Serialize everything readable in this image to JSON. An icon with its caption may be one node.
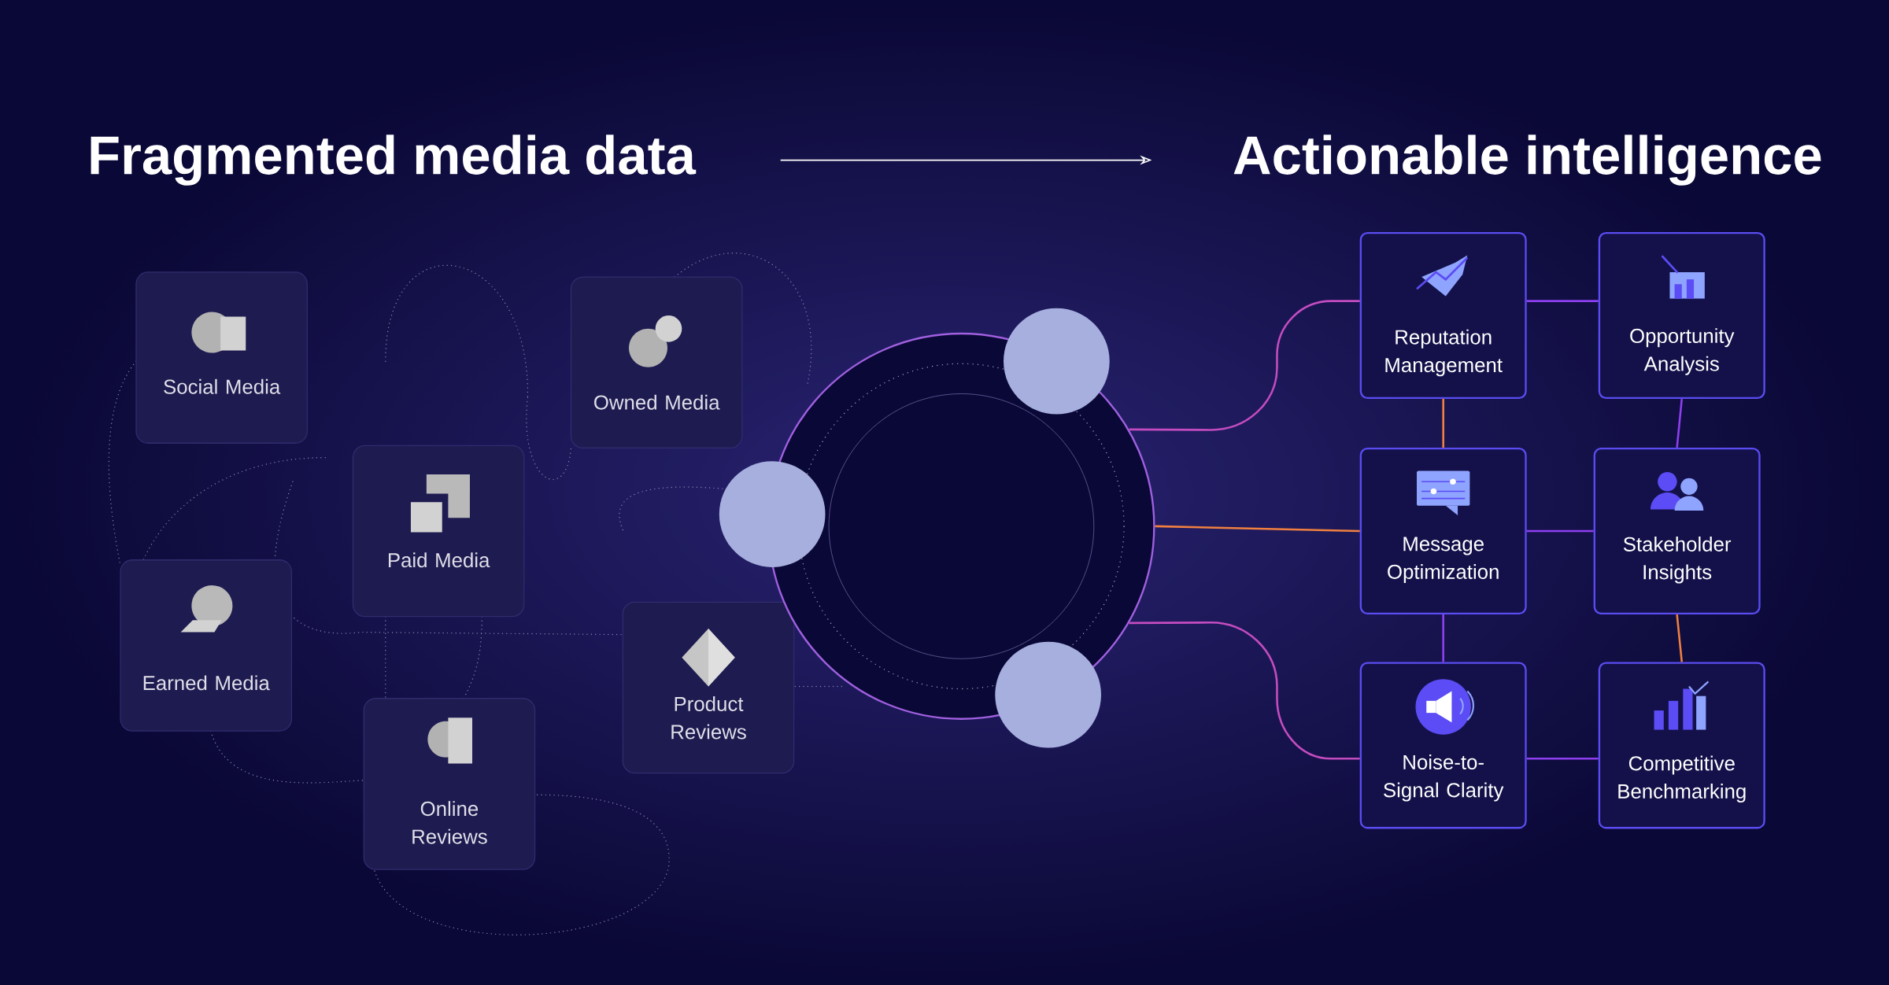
{
  "diagram": {
    "nodes": [
      {
        "text": [
          "Fragmented media data"
        ]
      },
      {
        "text": [
          "Actionable intelligence"
        ]
      },
      {
        "text": [
          "Social Media"
        ]
      },
      {
        "text": [
          "Owned Media"
        ]
      },
      {
        "text": [
          "Paid Media"
        ]
      },
      {
        "text": [
          "Earned Media"
        ]
      },
      {
        "text": [
          "Product Reviews"
        ]
      },
      {
        "text": [
          "Online Reviews"
        ]
      },
      {
        "text": [],
        "shape": "circle"
      },
      {
        "text": [
          "Reputation Management"
        ]
      },
      {
        "text": [
          "Opportunity Analysis"
        ]
      },
      {
        "text": [
          "Message Optimization"
        ]
      },
      {
        "text": [
          "Stakeholder Insights"
        ]
      },
      {
        "text": [
          "Noise-to-Signal Clarity"
        ]
      },
      {
        "text": [
          "Competitive Benchmarking"
        ]
      }
    ],
    "edges": [
      {
        "from": 0,
        "to": 1,
        "arrow": "to",
        "color": "#ffffff"
      },
      {
        "from": 8,
        "to": 9,
        "arrow": "none",
        "color": "#c44cc0"
      },
      {
        "from": 8,
        "to": 11,
        "arrow": "none",
        "color": "#f08040"
      },
      {
        "from": 8,
        "to": 13,
        "arrow": "none",
        "color": "#c44cc0"
      },
      {
        "from": 9,
        "to": 10,
        "arrow": "none"
      },
      {
        "from": 9,
        "to": 11,
        "arrow": "none",
        "color": "#f08040"
      },
      {
        "from": 10,
        "to": 12,
        "arrow": "none"
      },
      {
        "from": 11,
        "to": 12,
        "arrow": "none"
      },
      {
        "from": 11,
        "to": 13,
        "arrow": "none"
      },
      {
        "from": 12,
        "to": 14,
        "arrow": "none",
        "color": "#f08040"
      },
      {
        "from": 13,
        "to": 14,
        "arrow": "none"
      }
    ]
  }
}
